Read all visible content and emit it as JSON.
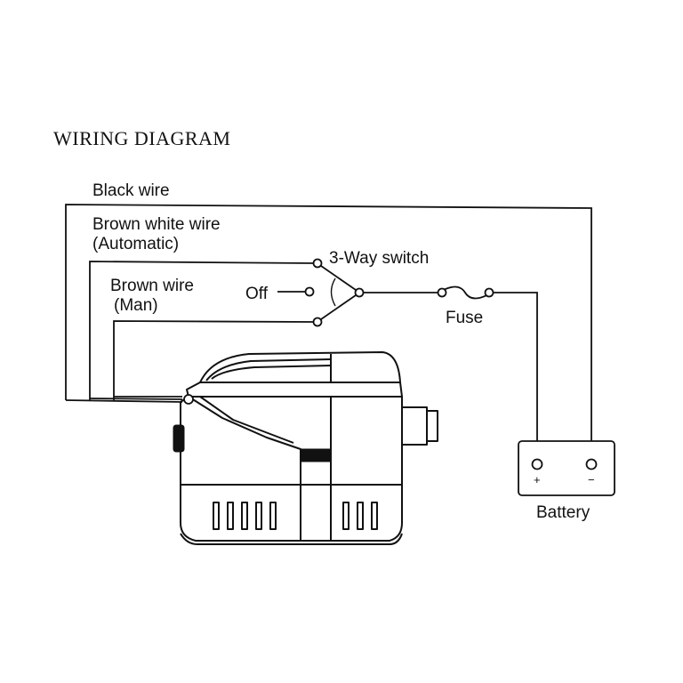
{
  "title": "WIRING DIAGRAM",
  "wires": {
    "black": "Black wire",
    "brown_white": "Brown white wire",
    "brown_white_mode": "(Automatic)",
    "brown": "Brown wire",
    "brown_mode": "(Man)"
  },
  "switch": {
    "label": "3-Way switch",
    "off": "Off"
  },
  "fuse": "Fuse",
  "battery": {
    "label": "Battery",
    "plus": "+",
    "minus": "−"
  },
  "colors": {
    "line": "#111111",
    "background": "#ffffff"
  }
}
